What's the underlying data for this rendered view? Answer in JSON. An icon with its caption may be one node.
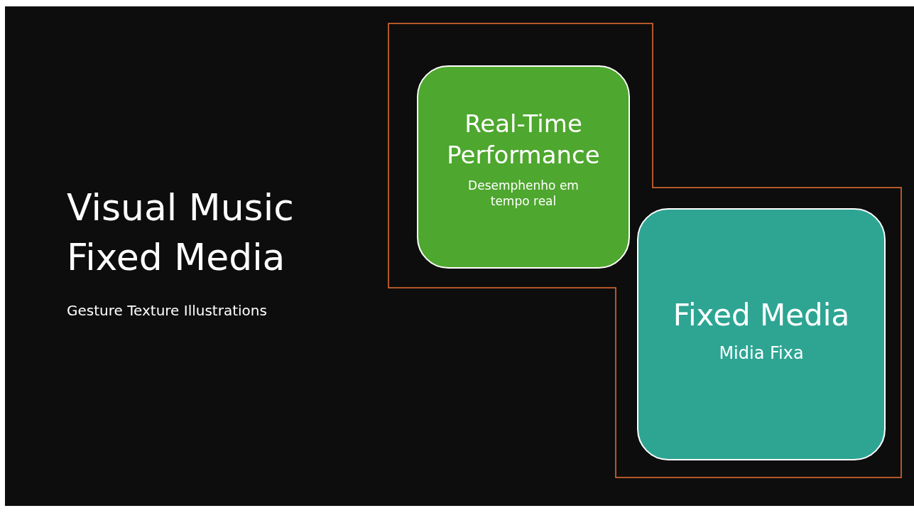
{
  "diagram": {
    "title": "Visual Music Fixed Media",
    "nodes": [
      {
        "text": [
          "Real-Time Performance",
          "Desemphenho em tempo real"
        ]
      },
      {
        "text": [
          "Fixed Media",
          "Midia Fixa"
        ]
      }
    ],
    "labels": [
      "Gesture Texture Illustrations"
    ]
  }
}
